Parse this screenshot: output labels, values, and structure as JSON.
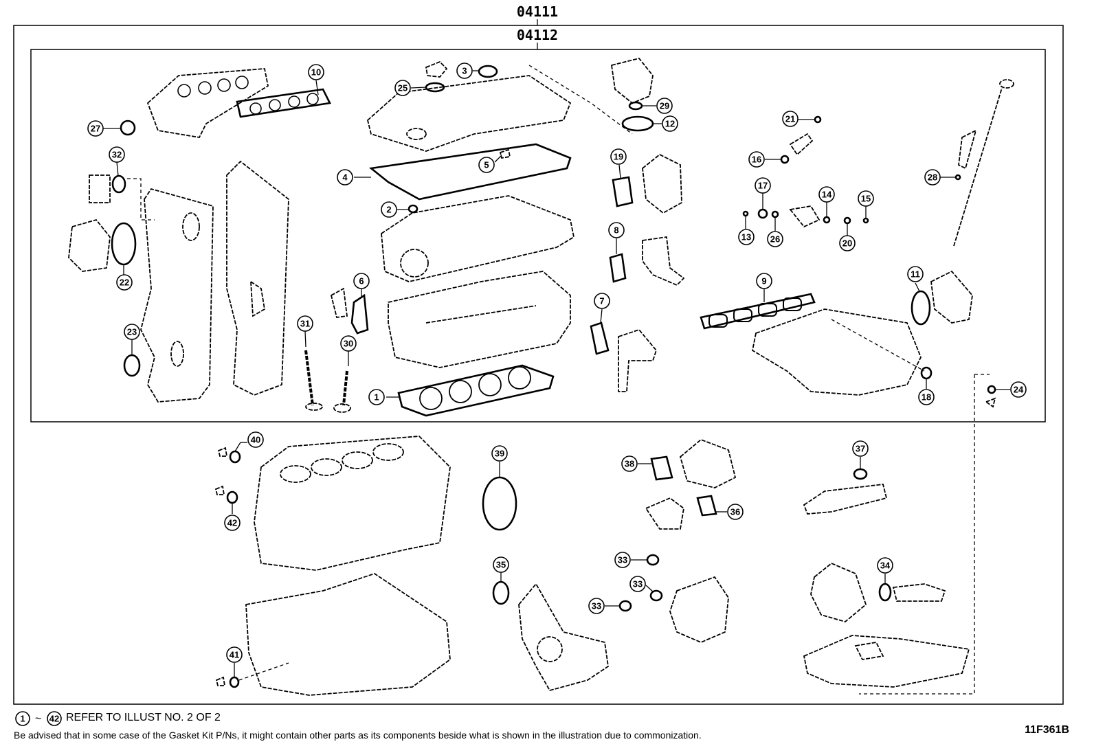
{
  "kit_codes": {
    "outer": "04111",
    "inner": "04112"
  },
  "callouts": [
    "1",
    "2",
    "3",
    "4",
    "5",
    "6",
    "7",
    "8",
    "9",
    "10",
    "11",
    "12",
    "13",
    "14",
    "15",
    "16",
    "17",
    "18",
    "19",
    "20",
    "21",
    "22",
    "23",
    "24",
    "25",
    "26",
    "27",
    "28",
    "29",
    "30",
    "31",
    "32",
    "33",
    "34",
    "35",
    "36",
    "37",
    "38",
    "39",
    "40",
    "41",
    "42"
  ],
  "notes": {
    "range_from": "1",
    "range_to": "42",
    "range_tilde": "~",
    "range_text": "REFER TO ILLUST NO. 2 OF 2",
    "advice": "Be advised that in some case of the Gasket Kit P/Ns,  it might contain other parts as its components beside what is shown in the illustration due to commonization."
  },
  "figure_id": "11F361B"
}
